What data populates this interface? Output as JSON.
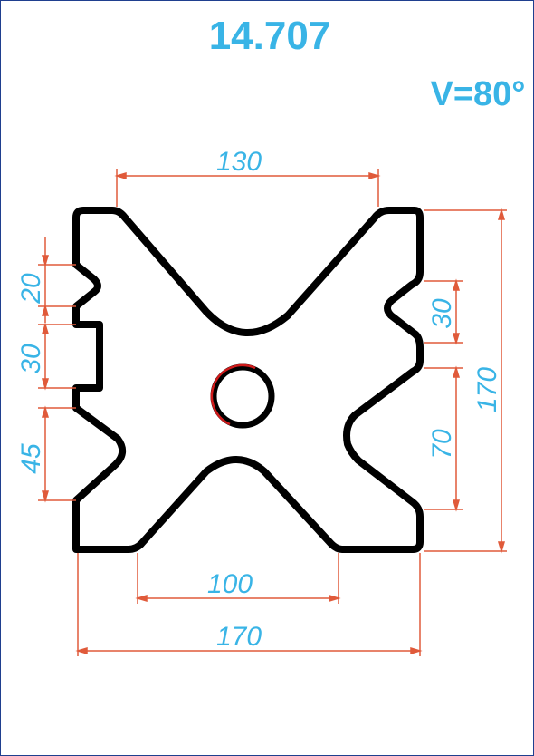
{
  "header": {
    "part_number": "14.707",
    "angle_label": "V=80°"
  },
  "dimensions": {
    "top_width": "130",
    "left_notch_20": "20",
    "left_notch_30": "30",
    "left_notch_45": "45",
    "right_notch_30": "30",
    "right_notch_70": "70",
    "overall_height": "170",
    "bottom_inner": "100",
    "overall_width": "170"
  },
  "colors": {
    "text": "#39b4e6",
    "dimension_line": "#e05a3a",
    "outline": "#000000",
    "hole_accent": "#d01b1b",
    "border": "#1f3f8f"
  }
}
